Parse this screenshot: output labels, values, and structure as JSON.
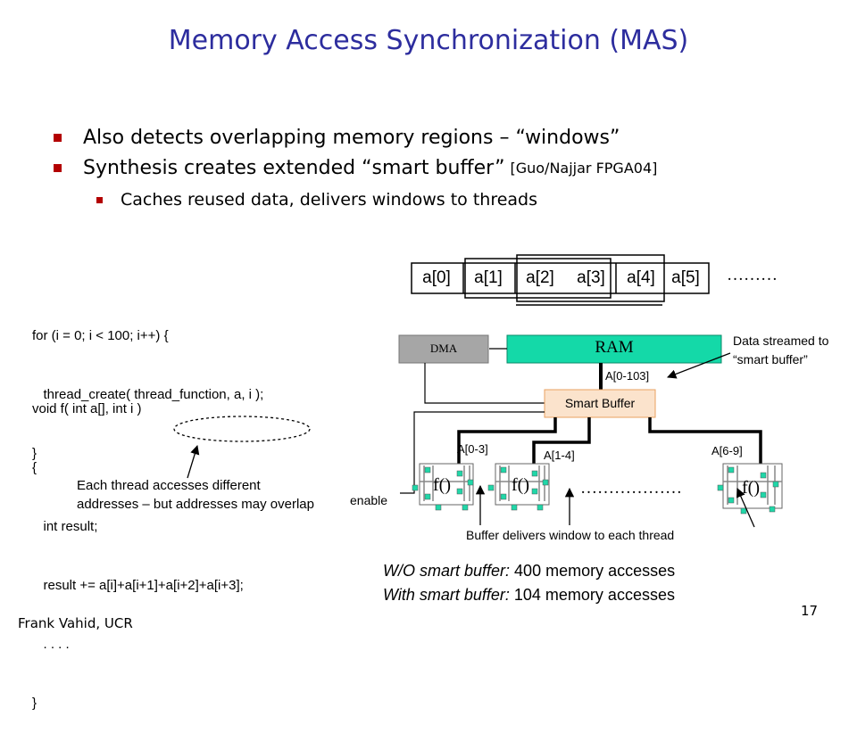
{
  "title": "Memory Access Synchronization (MAS)",
  "bullets": {
    "b1": "Also detects overlapping memory regions – “windows”",
    "b2": "Synthesis creates extended “smart buffer”",
    "b2_ref": "[Guo/Najjar FPGA04]",
    "b3": "Caches reused data, delivers windows to threads"
  },
  "code": {
    "loop": [
      "for (i = 0; i < 100; i++) {",
      "   thread_create( thread_function, a, i );",
      "}"
    ],
    "func": [
      "void f( int a[], int i )",
      "{",
      "   int result;",
      "   result += a[i]+a[i+1]+a[i+2]+a[i+3];",
      "   . . . .",
      "}"
    ]
  },
  "note_threads": "Each thread accesses different addresses – but addresses may overlap",
  "array_cells": [
    "a[0]",
    "a[1]",
    "a[2]",
    "a[3]",
    "a[4]",
    "a[5]"
  ],
  "array_ellipsis": "………",
  "diagram": {
    "dma": "DMA",
    "ram": "RAM",
    "smart_buffer": "Smart Buffer",
    "addr_main": "A[0-103]",
    "addr_w1": "A[0-3]",
    "addr_w2": "A[1-4]",
    "addr_w3": "A[6-9]",
    "enable": "enable",
    "func_label": "f()",
    "thread_ellipsis": "………………",
    "data_streamed": "Data streamed to “smart buffer”",
    "buffer_delivers": "Buffer delivers window to each thread",
    "colors": {
      "ram": "#14d9a8",
      "dma": "#a6a6a6",
      "buffer": "#fbe3cc",
      "buffer_border": "#e8a060",
      "chip": "#20d7a8"
    }
  },
  "summary": {
    "line1_label": "W/O smart buffer:",
    "line1_value": "400 memory accesses",
    "line2_label": "With smart buffer:",
    "line2_value": "104 memory accesses"
  },
  "footer": "Frank Vahid, UCR",
  "page_number": "17"
}
